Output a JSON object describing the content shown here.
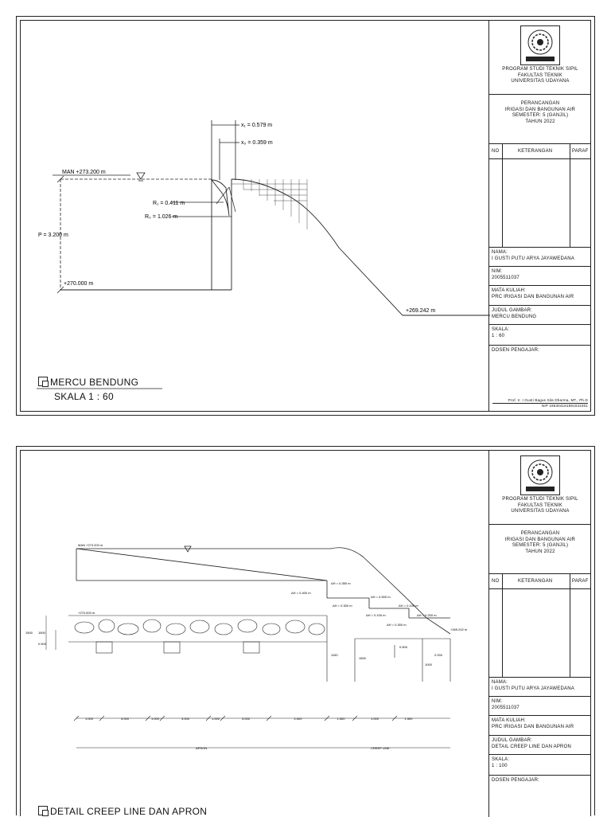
{
  "institution": {
    "seal_label": "UNIVERSITAS UDAYANA",
    "program": "PROGRAM STUDI TEKNIK SIPIL",
    "faculty": "FAKULTAS TEKNIK",
    "university": "UNIVERSITAS UDAYANA"
  },
  "course_header": {
    "line1": "PERANCANGAN",
    "line2": "IRIGASI DAN BANGUNAN AIR",
    "line3": "SEMESTER: 5 (GANJIL)",
    "line4": "TAHUN 2022"
  },
  "table_headers": {
    "no": "NO",
    "keterangan": "KETERANGAN",
    "paraf": "PARAF"
  },
  "info": {
    "nama_label": "NAMA:",
    "nama": "I GUSTI PUTU ARYA JAYAWEDANA",
    "nim_label": "NIM:",
    "nim": "2005511037",
    "matkul_label": "MATA KULIAH:",
    "matkul": "PRC IRIGASI DAN BANGUNAN AIR",
    "judul_label": "JUDUL GAMBAR:",
    "skala_label": "SKALA:",
    "dosen_label": "DOSEN PENGAJAR:"
  },
  "sheets": [
    {
      "judul": "MERCU BENDUNG",
      "skala": "1 : 60",
      "dosen_nama": "Prof. Ir. I Gusti Bagus Sila Dharma, MT., Ph.D",
      "dosen_nip": "NIP 196304181991031001",
      "title": "MERCU BENDUNG",
      "title_skala": "SKALA 1 : 60",
      "labels": {
        "x1": "x₁ = 0.579 m",
        "x0": "x₀ = 0.359 m",
        "man": "MAN +273.200 m",
        "r1": "R₁ = 0.411 m",
        "r0": "R₀ = 1.026 m",
        "p": "P = 3.200 m",
        "elev_bottom": "+270.000 m",
        "elev_toe": "+269.242 m"
      }
    },
    {
      "judul": "DETAIL CREEP LINE DAN APRON",
      "skala": "1 : 100",
      "title": "DETAIL CREEP LINE DAN APRON",
      "labels": {
        "man": "MAN +273.200 m",
        "elev_270": "+270.000 m",
        "elev_269": "+269.242 m",
        "lh1": "ΔH = 0.350 m",
        "lh2": "ΔH = 0.400 m",
        "lh3": "ΔH = 0.300 m",
        "lh4": "ΔH = 0.500 m",
        "lh5": "ΔH = 0.100 m",
        "lh6": "ΔH = 0.100 m",
        "lh7": "ΔH = 0.200 m",
        "lh8": "ΔH = 0.300 m",
        "d1500": "1500",
        "d1500b": "1500",
        "d500": "0.500",
        "d1150": "1150",
        "d1500c": "1500",
        "d1000": "1000",
        "d2000": "2.000",
        "apron": "APRON",
        "creep": "CREEP LINE",
        "dims": [
          "1.000",
          "3.000",
          "1.000",
          "3.000",
          "1.000",
          "3.000",
          "2.000",
          "1.500",
          "1.000",
          "1.500"
        ]
      }
    }
  ]
}
